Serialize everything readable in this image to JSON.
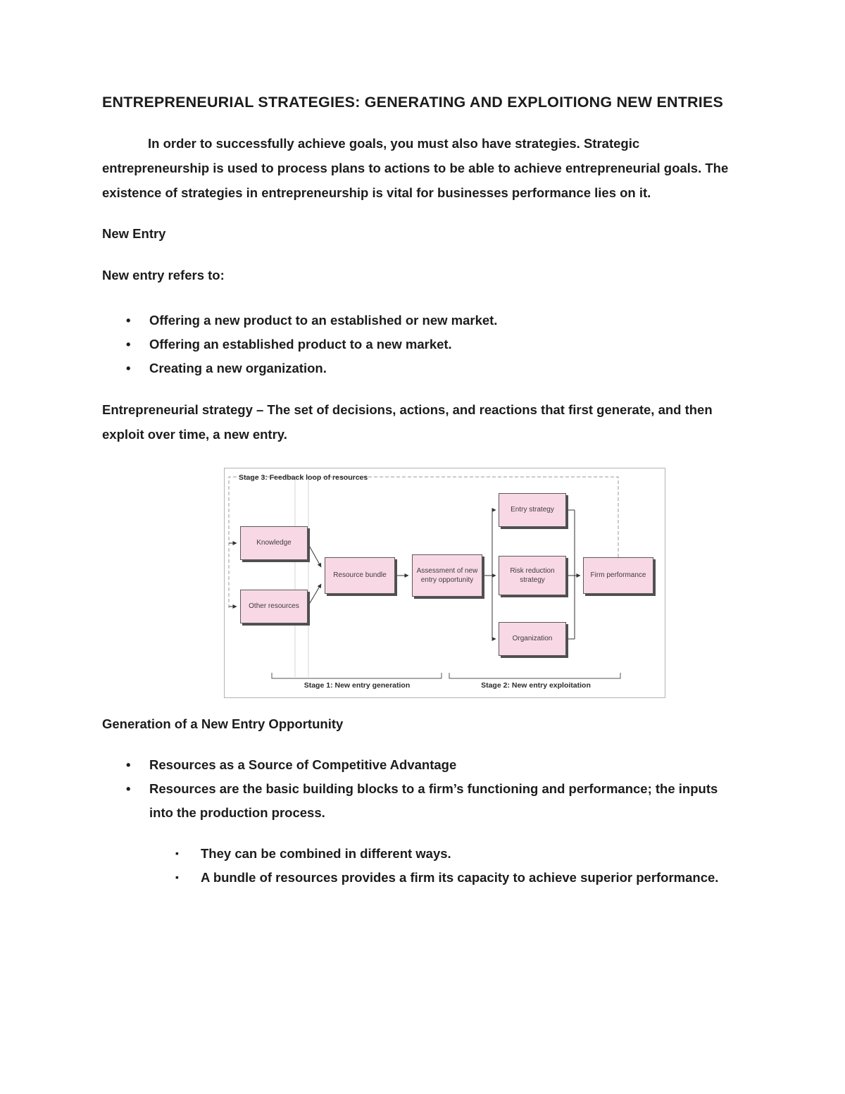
{
  "doc": {
    "title": "ENTREPRENEURIAL STRATEGIES: GENERATING AND EXPLOITIONG NEW ENTRIES",
    "intro": "In order to successfully achieve goals, you must also have strategies. Strategic entrepreneurship is used to process plans to actions to be able to achieve entrepreneurial goals. The existence of strategies in entrepreneurship is vital for businesses performance lies on it.",
    "new_entry": {
      "heading": "New Entry",
      "lead": "New entry refers to:",
      "items": [
        "Offering a new product to an established or new market.",
        "Offering an established product to a new market.",
        "Creating a new organization."
      ]
    },
    "strategy": {
      "lead": "Entrepreneurial strategy",
      "text": " – The set of decisions, actions, and reactions that first generate, and then exploit over time, a new entry."
    },
    "generation": {
      "heading": "Generation of a New Entry Opportunity",
      "items": [
        "Resources as a Source of Competitive Advantage",
        "Resources are the basic building blocks to a firm’s functioning and performance; the inputs into the production process."
      ],
      "subitems": [
        "They can be combined in different ways.",
        "A bundle of resources provides a firm its capacity to achieve superior performance."
      ]
    }
  },
  "diagram": {
    "stage3_label": "Stage 3: Feedback loop of resources",
    "stage1_label": "Stage 1: New entry generation",
    "stage2_label": "Stage 2: New entry exploitation",
    "boxes": {
      "knowledge": "Knowledge",
      "other_resources": "Other resources",
      "resource_bundle": "Resource bundle",
      "assessment": "Assessment of new entry opportunity",
      "entry_strategy": "Entry strategy",
      "risk_reduction": "Risk reduction strategy",
      "organization": "Organization",
      "firm_performance": "Firm performance"
    },
    "colors": {
      "box_fill": "#f9d8e6",
      "box_shadow": "#4f4f4f",
      "arrow": "#333333",
      "dashed_line": "#999999"
    }
  }
}
